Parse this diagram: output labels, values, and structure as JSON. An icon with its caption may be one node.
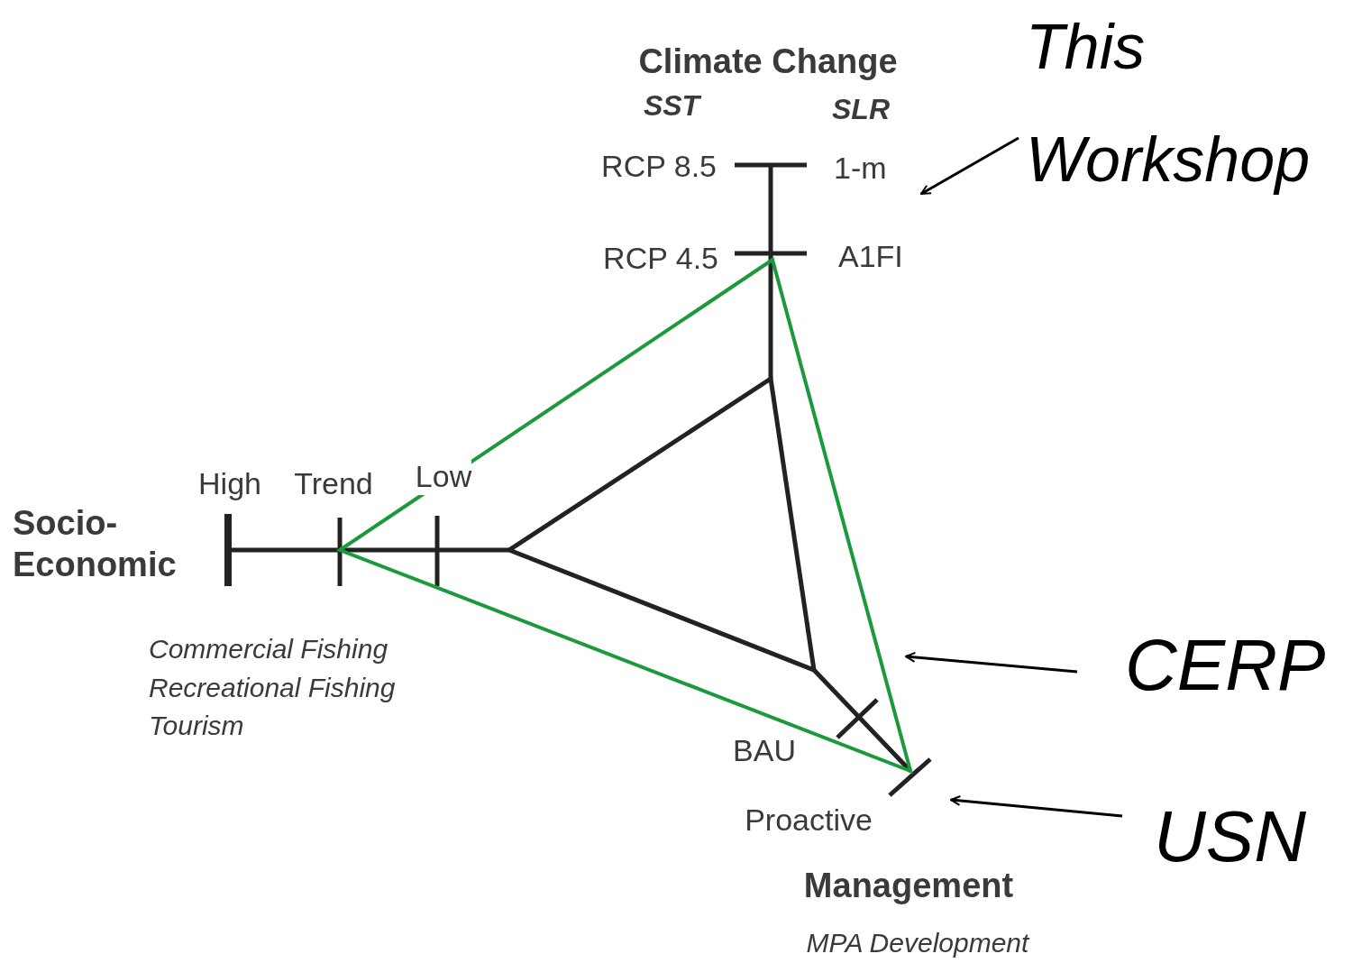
{
  "diagram": {
    "nodes": [
      {
        "text": [
          "This Workshop"
        ]
      },
      {
        "text": [
          "CERP"
        ]
      },
      {
        "text": [
          "USN"
        ]
      }
    ],
    "edges": [
      {
        "from": 0,
        "to": null,
        "arrow": "to"
      },
      {
        "from": 1,
        "to": null,
        "arrow": "to"
      },
      {
        "from": 2,
        "to": null,
        "arrow": "to"
      }
    ],
    "labels": [
      "Climate Change",
      "SST",
      "SLR",
      "RCP 8.5",
      "1-m",
      "RCP 4.5",
      "A1FI",
      "High",
      "Trend",
      "Low",
      "Socio-Economic",
      "Commercial Fishing",
      "Recreational Fishing",
      "Tourism",
      "BAU",
      "Proactive",
      "Management",
      "MPA Development"
    ]
  }
}
